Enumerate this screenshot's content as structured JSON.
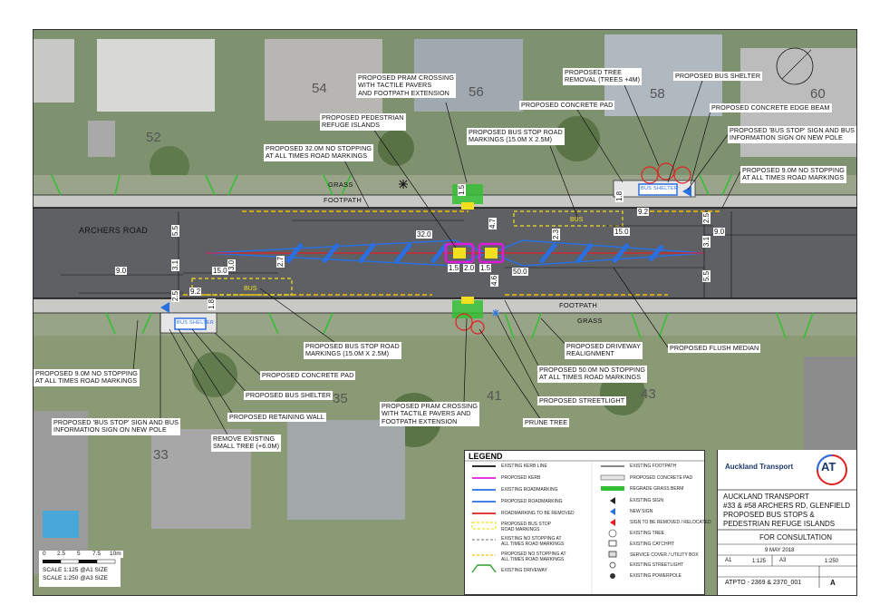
{
  "road": {
    "name": "ARCHERS ROAD",
    "grass_top": "GRASS",
    "footpath_top": "FOOTPATH",
    "footpath_bottom": "FOOTPATH",
    "grass_bottom": "GRASS"
  },
  "lots": [
    "54",
    "56",
    "58",
    "60",
    "52",
    "35",
    "41",
    "43",
    "33"
  ],
  "bus_shelter_label": "BUS SHELTER",
  "dimensions": {
    "d55": "5.5",
    "d31l": "3.1",
    "d90l": "9.0",
    "d150l": "15.0",
    "d30": "3.0",
    "d27": "2.7",
    "d25": "2.5",
    "d92l": "9.2",
    "d18l": "1.8",
    "d320": "32.0",
    "d23": "2.3",
    "d15c": "1.5",
    "d47": "4.7",
    "d18": "1.8",
    "d92r": "9.2",
    "d25r": "2.5",
    "d150r": "15.0",
    "d90r": "9.0",
    "d31r": "3.1",
    "d15a": "1.5",
    "d20": "2.0",
    "d15b": "1.5",
    "d46": "4.6",
    "d500": "50.0",
    "d55r": "5.5"
  },
  "annotations": {
    "pram_top": "PROPOSED PRAM CROSSING\nWITH TACTILE PAVERS\nAND FOOTPATH EXTENSION",
    "refuge": "PROPOSED PEDESTRIAN\nREFUGE ISLANDS",
    "nostop32": "PROPOSED 32.0m NO STOPPING\nAT ALL TIMES ROAD MARKINGS",
    "busstop_mk_top": "PROPOSED BUS STOP ROAD\nMARKINGS (15.0m x 2.5m)",
    "concrete_pad_top": "PROPOSED CONCRETE PAD",
    "tree_removal": "PROPOSED TREE\nREMOVAL (TREES +4m)",
    "bus_shelter_top": "PROPOSED BUS SHELTER",
    "edge_beam": "PROPOSED CONCRETE EDGE BEAM",
    "sign_top": "PROPOSED 'BUS STOP' SIGN AND BUS\nINFORMATION SIGN ON NEW POLE",
    "nostop9_top": "PROPOSED 9.0m NO STOPPING\nAT ALL TIMES ROAD MARKINGS",
    "busstop_mk_bot": "PROPOSED BUS STOP ROAD\nMARKINGS (15.0m x 2.5m)",
    "driveway": "PROPOSED DRIVEWAY\nREALIGNMENT",
    "flush_median": "PROPOSED FLUSH MEDIAN",
    "nostop9_bot": "PROPOSED 9.0m NO STOPPING\nAT ALL TIMES ROAD MARKINGS",
    "concrete_pad_bot": "PROPOSED CONCRETE PAD",
    "nostop50": "PROPOSED 50.0m NO STOPPING\nAT ALL TIMES ROAD MARKINGS",
    "bus_shelter_bot": "PROPOSED BUS SHELTER",
    "streetlight": "PROPOSED STREETLIGHT",
    "sign_bot": "PROPOSED 'BUS STOP' SIGN AND BUS\nINFORMATION SIGN ON NEW POLE",
    "retaining": "PROPOSED RETAINING WALL",
    "pram_bot": "PROPOSED PRAM CROSSING\nWITH TACTILE PAVERS AND\nFOOTPATH EXTENSION",
    "remove_tree": "REMOVE EXISTING\nSMALL TREE (+6.0m)",
    "prune": "PRUNE TREE"
  },
  "legend": {
    "title": "LEGEND",
    "items_left": [
      {
        "label": "EXISTING KERB LINE",
        "color": "#111111"
      },
      {
        "label": "PROPOSED KERB",
        "color": "#e01ad9"
      },
      {
        "label": "EXISTING ROADMARKING",
        "color": "#2a6fe0"
      },
      {
        "label": "PROPOSED ROADMARKING",
        "color": "#2a6fe0"
      },
      {
        "label": "ROADMARKING TO BE REMOVED",
        "color": "#e02020"
      },
      {
        "label": "PROPOSED BUS STOP\nROAD MARKINGS",
        "color": "#f2e020"
      },
      {
        "label": "EXISTING NO STOPPING AT\nALL TIMES ROAD MARKINGS",
        "color": "#888888"
      },
      {
        "label": "PROPOSED NO STOPPING AT\nALL TIMES ROAD MARKINGS",
        "color": "#f2c000"
      },
      {
        "label": "EXISTING DRIVEWAY",
        "color": "#2fa02f"
      }
    ],
    "items_right": [
      {
        "label": "EXISTING FOOTPATH",
        "color": "#111111"
      },
      {
        "label": "PROPOSED CONCRETE PAD",
        "color": "#555555"
      },
      {
        "label": "REGRADE GRASS BERM",
        "color": "#34c034"
      },
      {
        "label": "EXISTING SIGN",
        "color": "#222222"
      },
      {
        "label": "NEW SIGN",
        "color": "#2a6fe0"
      },
      {
        "label": "SIGN TO BE REMOVED / RELOCATED",
        "color": "#e02020"
      },
      {
        "label": "EXISTING TREE",
        "color": "#666666"
      },
      {
        "label": "EXISTING CATCHPIT",
        "color": "#333333"
      },
      {
        "label": "SERVICE COVER / UTILITY BOX",
        "color": "#333333"
      },
      {
        "label": "EXISTING STREETLIGHT",
        "color": "#333333"
      },
      {
        "label": "EXISTING POWERPOLE",
        "color": "#333333"
      }
    ]
  },
  "scale_bar": {
    "ticks": [
      "0",
      "2.5",
      "5",
      "7.5",
      "10m"
    ],
    "scale1": "SCALE 1:125 @A1 SIZE",
    "scale2": "SCALE 1:250 @A3 SIZE"
  },
  "title_block": {
    "org": "AUCKLAND TRANSPORT",
    "address": "#33 & #58 ARCHERS RD, GLENFIELD",
    "title1": "PROPOSED BUS STOPS &",
    "title2": "PEDESTRIAN REFUGE ISLANDS",
    "status": "FOR CONSULTATION",
    "date": "9 MAY 2018",
    "a1": "A1",
    "a1_scale": "1:125",
    "a3": "A3",
    "a3_scale": "1:250",
    "drawing_no": "ATPTO - 2369 & 2370_001",
    "rev": "A",
    "logo_name": "Auckland Transport",
    "logo_short": "AT"
  },
  "colors": {
    "kerb": "#111111",
    "proposed_kerb": "#e01ad9",
    "roadmarking": "#2a6fe0",
    "remove": "#e02020",
    "bus_marking": "#f2e020",
    "driveway": "#2fa02f"
  }
}
